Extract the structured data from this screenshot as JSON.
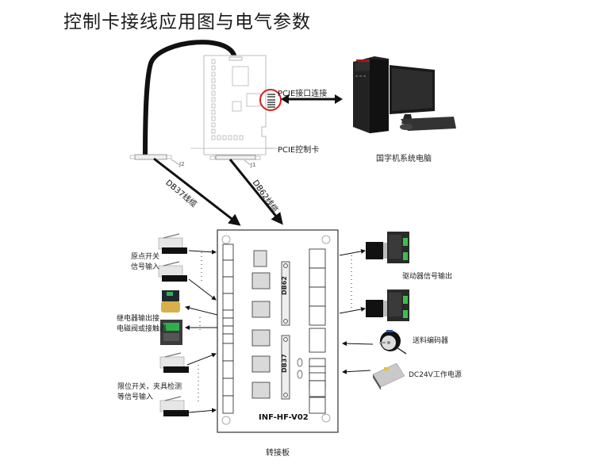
{
  "title": "控制卡接线应用图与电气参数",
  "pcie_card": {
    "label": "PCIE控制卡",
    "connector_j1": "J1",
    "connector_j2": "J2"
  },
  "pcie_link": {
    "label": "PCIE接口连接"
  },
  "computer": {
    "label": "国字机系统电脑"
  },
  "cables": {
    "db37": "DB37线缆",
    "db62": "DB62线缆"
  },
  "board": {
    "label": "转接板",
    "model": "INF-HF-V02",
    "connector_top": "DB62",
    "connector_bottom": "DB37"
  },
  "left_devices": {
    "origin_switch": "原点开关\n信号输入",
    "relay_output": "继电器输出接\n电磁阀或接触器",
    "limit_switch": "限位开关，夹具检测\n等信号输入"
  },
  "right_devices": {
    "driver_output": "驱动器信号输出",
    "encoder": "送料编码器",
    "power_supply": "DC24V工作电源"
  },
  "colors": {
    "highlight_circle": "#d42020",
    "cable": "#111111",
    "board_outline": "#333333",
    "relay_fill": "#d9d9d9"
  }
}
